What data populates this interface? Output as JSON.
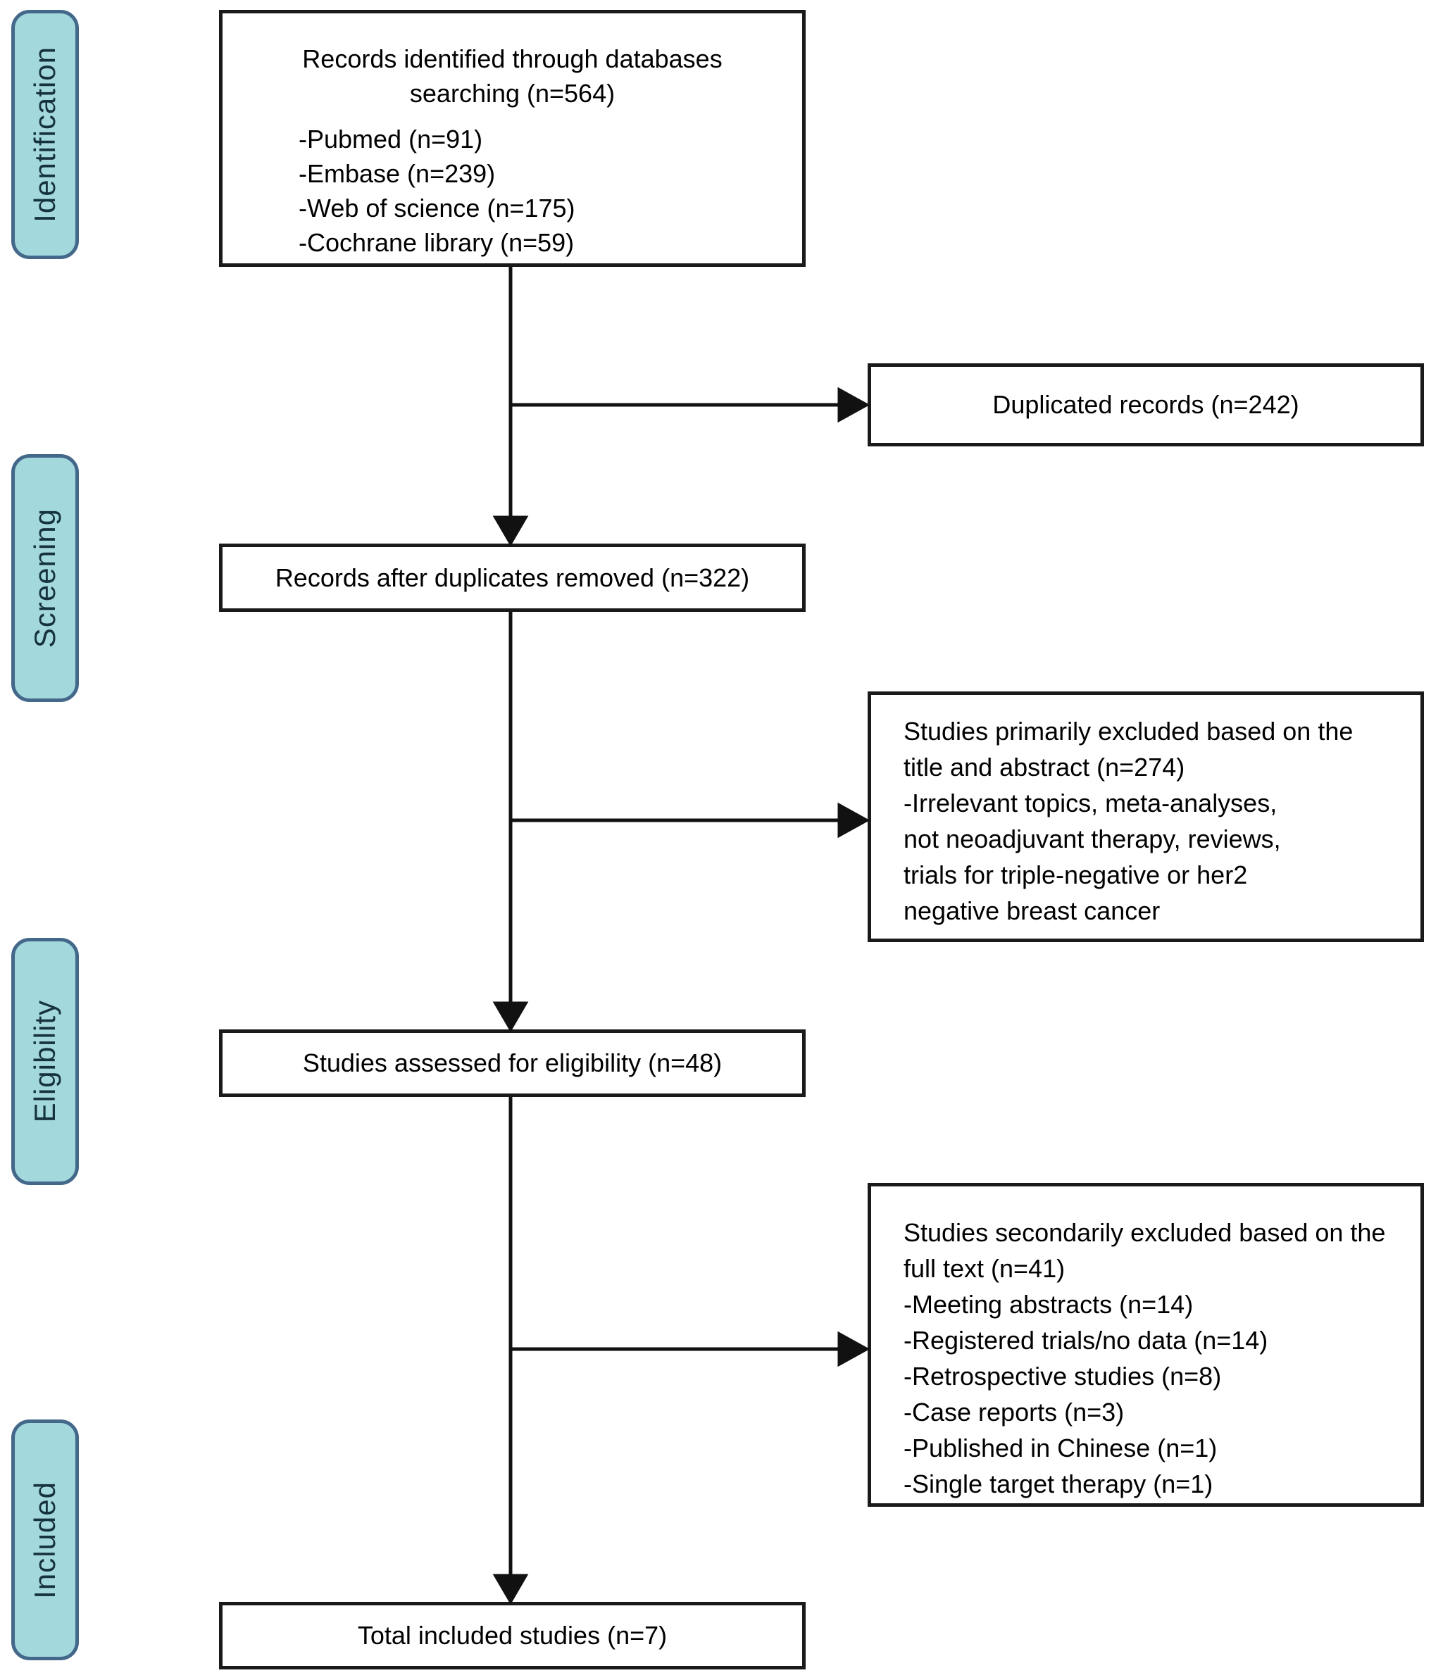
{
  "diagram": {
    "stages": {
      "identification": "Identification",
      "screening": "Screening",
      "eligibility": "Eligibility",
      "included": "Included"
    },
    "boxes": {
      "identified": {
        "title_lines": [
          "Records identified through databases",
          "searching (n=564)"
        ],
        "items": [
          "-Pubmed (n=91)",
          "-Embase (n=239)",
          "-Web of science (n=175)",
          "-Cochrane library (n=59)"
        ]
      },
      "duplicated": {
        "text": "Duplicated records (n=242)"
      },
      "after_duplicates": {
        "text": "Records after duplicates removed (n=322)"
      },
      "primary_excluded": {
        "title_lines": [
          "Studies primarily excluded based on the",
          "title and abstract (n=274)"
        ],
        "reason_lines": [
          "-Irrelevant topics, meta-analyses,",
          "not neoadjuvant therapy, reviews,",
          "trials for triple-negative or her2",
          "negative breast cancer"
        ]
      },
      "assessed": {
        "text": "Studies assessed for eligibility (n=48)"
      },
      "secondary_excluded": {
        "title_lines": [
          "Studies secondarily excluded based on the",
          "full text (n=41)"
        ],
        "reason_lines": [
          "-Meeting abstracts (n=14)",
          "-Registered trials/no data (n=14)",
          "-Retrospective studies (n=8)",
          "-Case reports (n=3)",
          "-Published in Chinese (n=1)",
          "-Single target therapy (n=1)"
        ]
      },
      "included": {
        "text": "Total included studies (n=7)"
      }
    },
    "colors": {
      "stage_fill": "#a3d8dd",
      "stage_border": "#44688a",
      "box_border": "#1a1a1a",
      "arrow": "#111111",
      "background": "#ffffff",
      "text": "#000000"
    }
  }
}
